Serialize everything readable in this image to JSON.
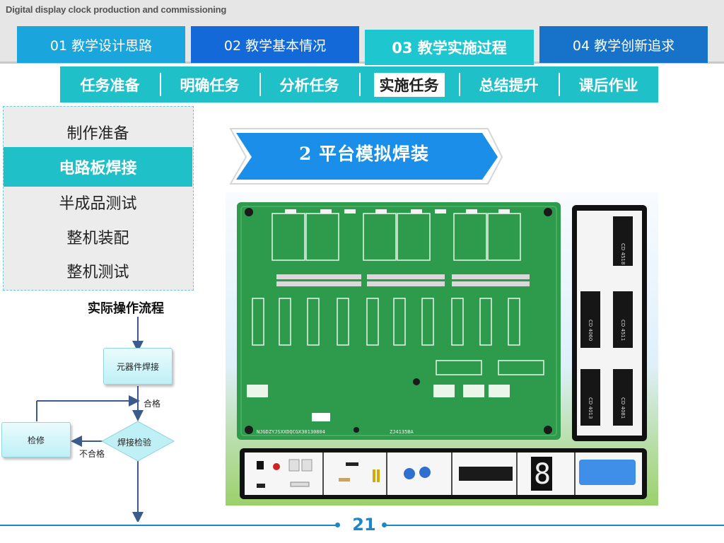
{
  "header": {
    "doc_title": "Digital display clock production and commissioning"
  },
  "main_tabs": [
    {
      "label": "01 教学设计思路"
    },
    {
      "label": "02 教学基本情况"
    },
    {
      "label": "03 教学实施过程"
    },
    {
      "label": "04 教学创新追求"
    }
  ],
  "sub_tabs": [
    {
      "label": "任务准备"
    },
    {
      "label": "明确任务"
    },
    {
      "label": "分析任务"
    },
    {
      "label": "实施任务"
    },
    {
      "label": "总结提升"
    },
    {
      "label": "课后作业"
    }
  ],
  "sidebar": {
    "items": [
      {
        "label": "制作准备"
      },
      {
        "label": "电路板焊接"
      },
      {
        "label": "半成品测试"
      },
      {
        "label": "整机装配"
      },
      {
        "label": "整机测试"
      }
    ]
  },
  "flow": {
    "title": "实际操作流程",
    "step_weld": "元器件焊接",
    "step_check": "焊接检验",
    "step_repair": "检修",
    "pass": "合格",
    "fail": "不合格"
  },
  "banner": {
    "text": "2  平台模拟焊装"
  },
  "pcb": {
    "ic_chips": [
      "CD 4518",
      "CD 4060",
      "CD 4511",
      "CD 4013",
      "CD 4081"
    ],
    "serial": "NJGDZYJSXXDQCGX30130804",
    "model": "ZJ4135BA"
  },
  "footer": {
    "page_number": "21"
  },
  "colors": {
    "accent": "#1fc0c8",
    "tab_blue": "#1469d8",
    "footer_blue": "#1a87c8",
    "pcb_green": "#2e9a4c"
  }
}
